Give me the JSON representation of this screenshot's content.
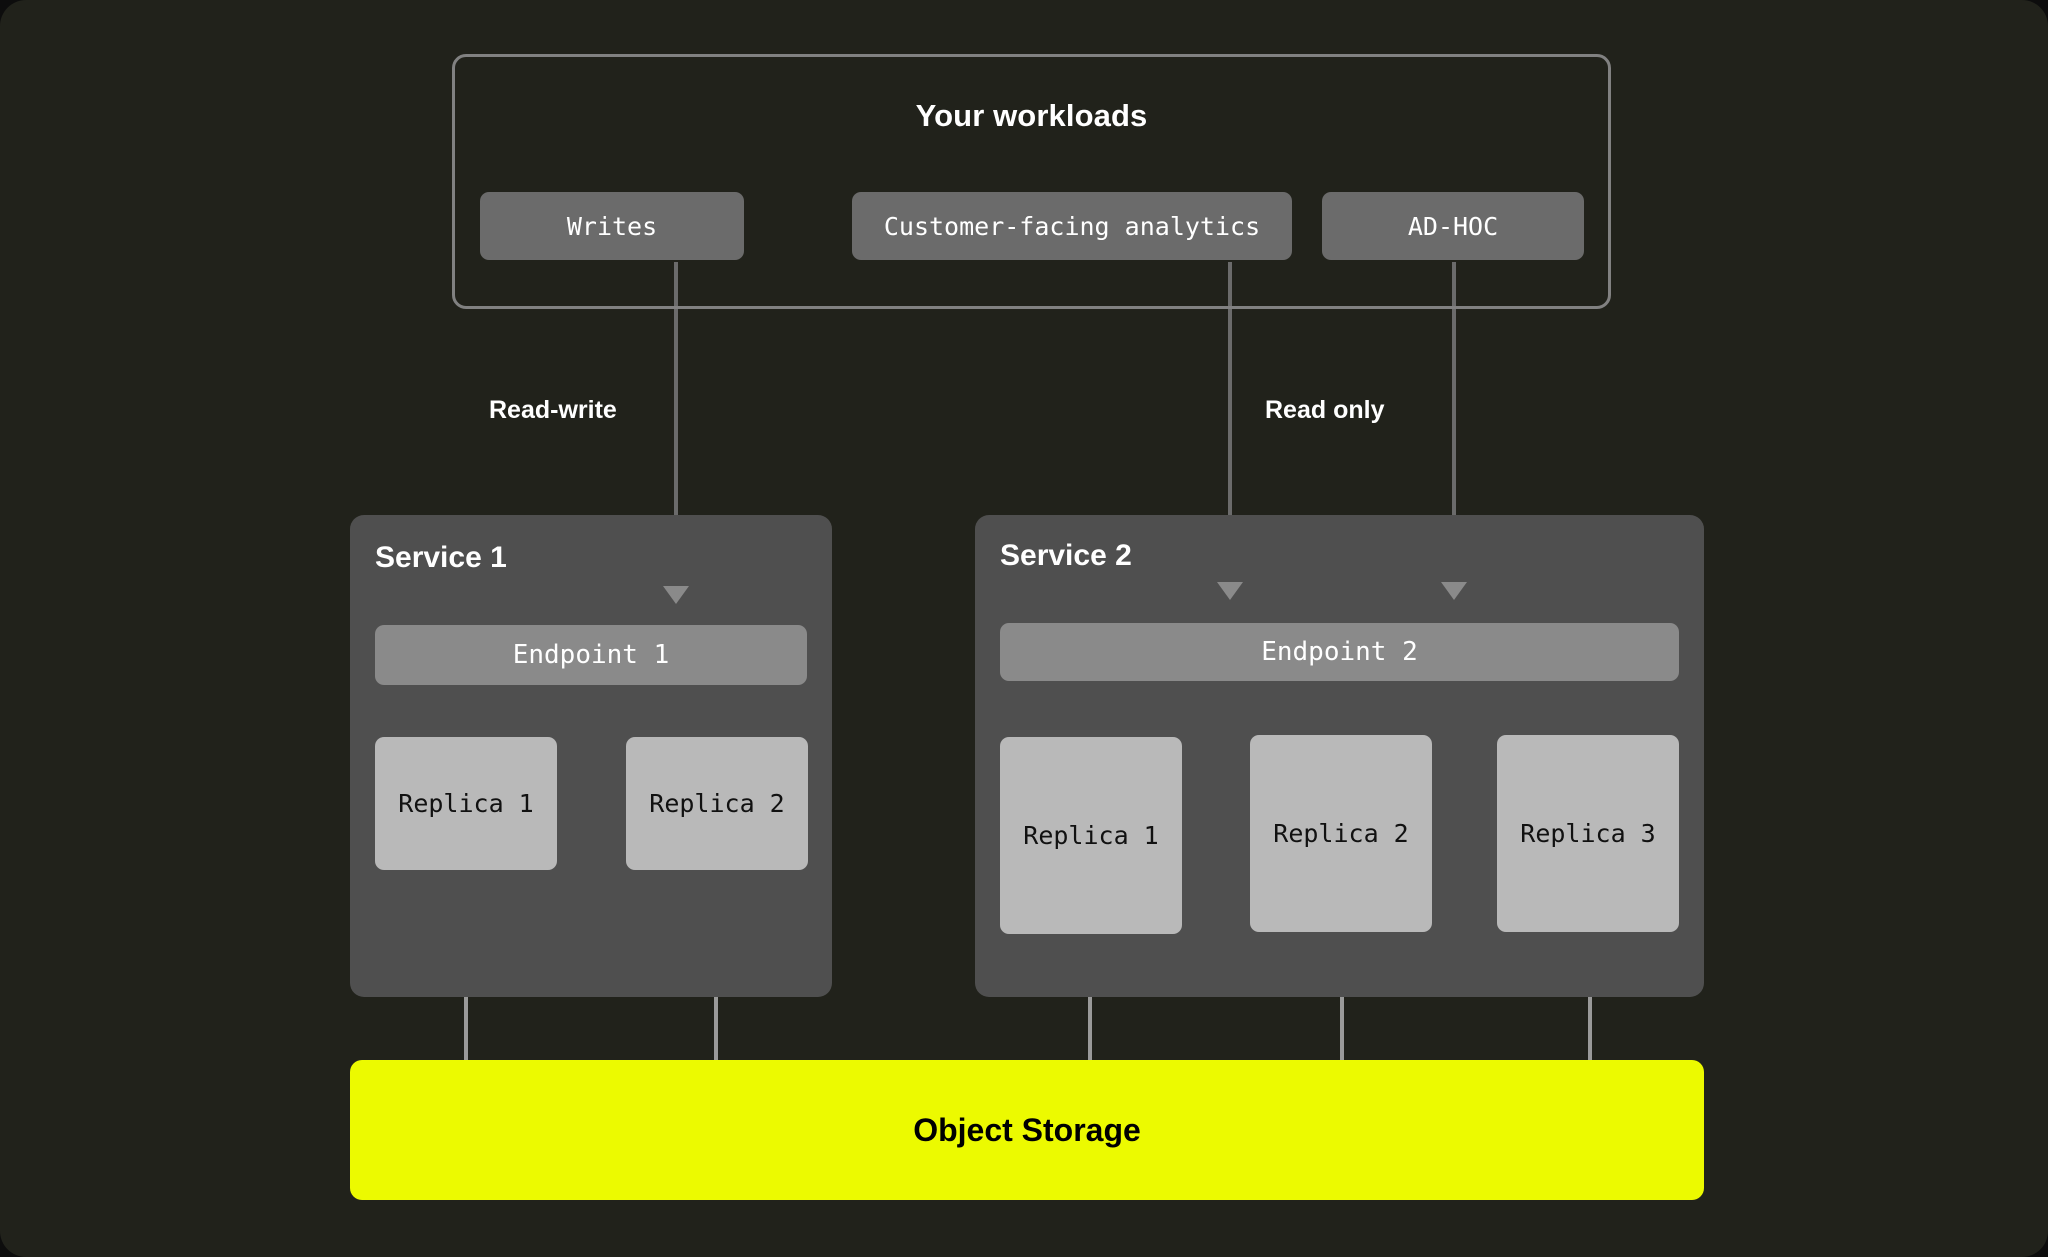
{
  "diagram": {
    "title_hidden": "",
    "background_color": "#21221b",
    "accent_color": "#ecfa00"
  },
  "workloads": {
    "title": "Your workloads",
    "chips": [
      {
        "label": "Writes"
      },
      {
        "label": "Customer-facing analytics"
      },
      {
        "label": "AD-HOC"
      }
    ]
  },
  "flow_labels": [
    {
      "label": "Read-write"
    },
    {
      "label": "Read only"
    }
  ],
  "services": [
    {
      "title": "Service 1",
      "endpoint": "Endpoint 1",
      "replicas": [
        {
          "label": "Replica 1"
        },
        {
          "label": "Replica 2"
        }
      ]
    },
    {
      "title": "Service 2",
      "endpoint": "Endpoint 2",
      "replicas": [
        {
          "label": "Replica 1"
        },
        {
          "label": "Replica 2"
        },
        {
          "label": "Replica 3"
        }
      ]
    }
  ],
  "storage": {
    "label": "Object Storage"
  }
}
